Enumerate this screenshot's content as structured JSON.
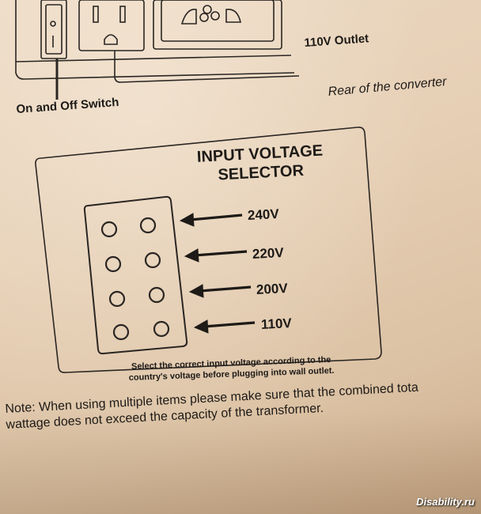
{
  "labels": {
    "outlet": "110V Outlet",
    "switch": "On and Off Switch",
    "rear": "Rear of the converter"
  },
  "selector": {
    "title_line1": "INPUT VOLTAGE",
    "title_line2": "SELECTOR",
    "voltages": [
      "240V",
      "220V",
      "200V",
      "110V"
    ],
    "caption_line1": "Select the correct input voltage according to the",
    "caption_line2": "country's voltage before plugging into wall outlet."
  },
  "note": {
    "line1": "Note: When using multiple items please make sure that the combined tota",
    "line2": "wattage does not exceed the capacity of the transformer."
  },
  "watermark": "Disability.ru"
}
